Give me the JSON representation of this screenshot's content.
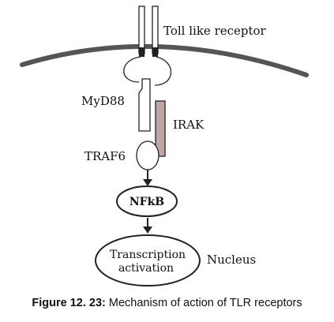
{
  "labels": {
    "toll_like_receptor": "Toll like receptor",
    "myd88": "MyD88",
    "irak": "IRAK",
    "traf6": "TRAF6",
    "nfkb": "NFkB",
    "transcription_line1": "Transcription",
    "transcription_line2": "activation",
    "nucleus": "Nucleus"
  },
  "caption": {
    "label": "Figure 12. 23:",
    "text": "Mechanism of action of TLR receptors"
  },
  "colors": {
    "membrane": "#555555",
    "irak_fill": "#bfa7a7",
    "outline": "#222222"
  }
}
